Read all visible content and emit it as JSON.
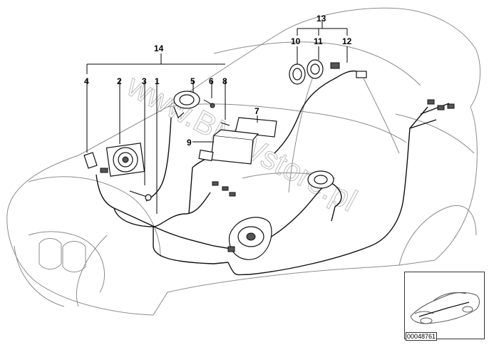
{
  "diagram": {
    "callouts": [
      "13",
      "14",
      "10",
      "11",
      "12",
      "4",
      "2",
      "3",
      "1",
      "5",
      "6",
      "8",
      "7",
      "9"
    ],
    "watermark": "www.BMWstore.pl",
    "document_number": "00048761"
  }
}
